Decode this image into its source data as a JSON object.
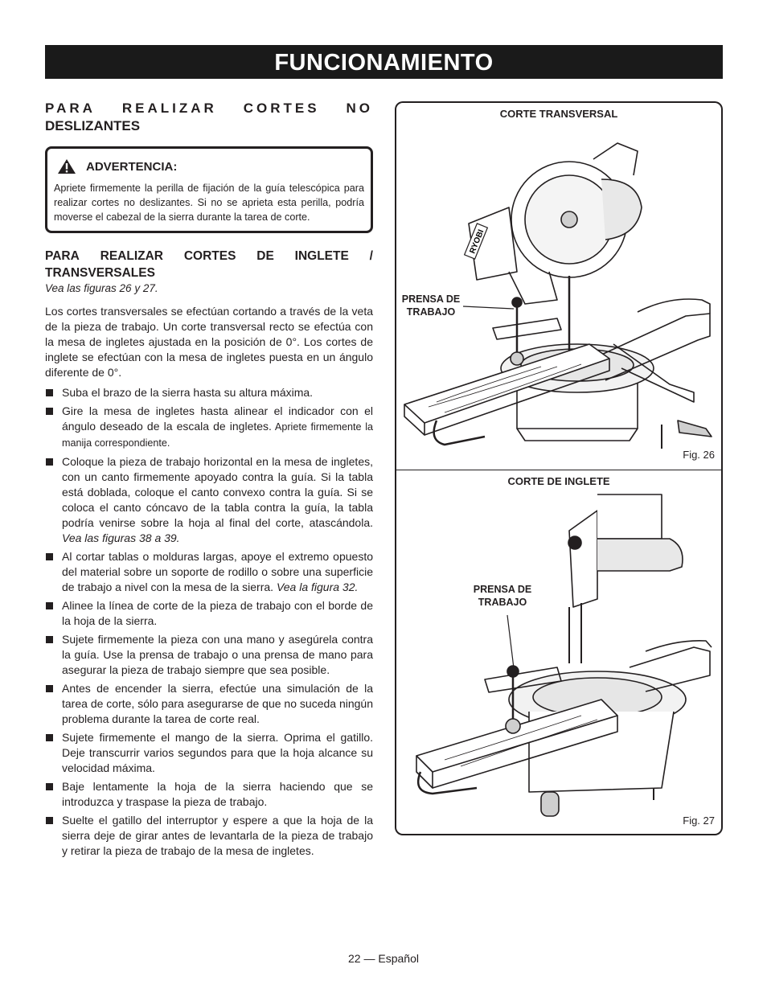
{
  "header": {
    "title": "FUNCIONAMIENTO"
  },
  "section": {
    "title_line1_words": [
      "PARA",
      "REALIZAR",
      "CORTES",
      "NO"
    ],
    "title_line2": "DESLIZANTES"
  },
  "warning": {
    "label": "ADVERTENCIA:",
    "text": "Apriete firmemente la perilla de fijación de la guía telescópica para realizar cortes no deslizantes. Si no se aprieta esta perilla, podría moverse el cabezal de la sierra durante la tarea de corte."
  },
  "subsection": {
    "title_line1_words": [
      "PARA",
      "REALIZAR",
      "CORTES",
      "DE",
      "INGLETE",
      "/"
    ],
    "title_line2": "TRANSVERSALES",
    "see_figures": "Vea las figuras 26 y 27.",
    "intro": "Los cortes transversales se efectúan cortando a través de la veta de la pieza de trabajo. Un corte transversal recto se efectúa con la mesa de ingletes ajustada en la posición de 0°. Los cortes de inglete se efectúan con la mesa de ingletes puesta en un ángulo diferente de 0°."
  },
  "steps": [
    {
      "text": "Suba el brazo de la sierra hasta su altura máxima."
    },
    {
      "text": "Gire la mesa de ingletes hasta alinear el indicador con el ángulo deseado de la escala de ingletes.",
      "small": " Apriete firmemente la manija correspondiente."
    },
    {
      "text": "Coloque la pieza de trabajo horizontal en la mesa de ingletes, con un canto firmemente apoyado contra la guía. Si la tabla está doblada, coloque el canto convexo contra la guía. Si se coloca el canto cóncavo de la tabla contra la guía, la tabla podría venirse sobre la hoja al final del corte, atascándola. ",
      "italic": "Vea las figuras 38 a 39."
    },
    {
      "text": "Al cortar tablas o molduras largas, apoye el extremo opuesto del material sobre un soporte de rodillo o sobre una superficie de trabajo a nivel con la mesa de la sierra. ",
      "italic": "Vea la figura 32."
    },
    {
      "text": "Alinee la línea de corte de la pieza de trabajo con el borde de la hoja de la sierra."
    },
    {
      "text": "Sujete firmemente la pieza con una mano y asegúrela contra la guía. Use la prensa de trabajo o una prensa de mano para asegurar la pieza de trabajo siempre que sea posible."
    },
    {
      "text": "Antes de encender la sierra, efectúe una simulación de la tarea de corte, sólo para asegurarse de que no suceda ningún problema durante la tarea de corte real."
    },
    {
      "text": "Sujete firmemente el mango de la sierra. Oprima el gatillo. Deje transcurrir varios segundos para que la hoja alcance su velocidad máxima."
    },
    {
      "text": "Baje lentamente la hoja de la sierra haciendo que se introduzca y traspase la pieza de trabajo."
    },
    {
      "text": "Suelte el gatillo del interruptor y espere a que la hoja de la sierra deje de girar antes de levantarla de la pieza de trabajo y retirar la pieza de trabajo de la mesa de ingletes."
    }
  ],
  "figure26": {
    "title": "CORTE TRANSVERSAL",
    "callout_line1": "PRENSA DE",
    "callout_line2": "TRABAJO",
    "brand": "RYOBI",
    "label": "Fig. 26"
  },
  "figure27": {
    "title": "CORTE DE INGLETE",
    "callout_line1": "PRENSA DE",
    "callout_line2": "TRABAJO",
    "label": "Fig. 27"
  },
  "footer": {
    "page": "22 — Español"
  }
}
